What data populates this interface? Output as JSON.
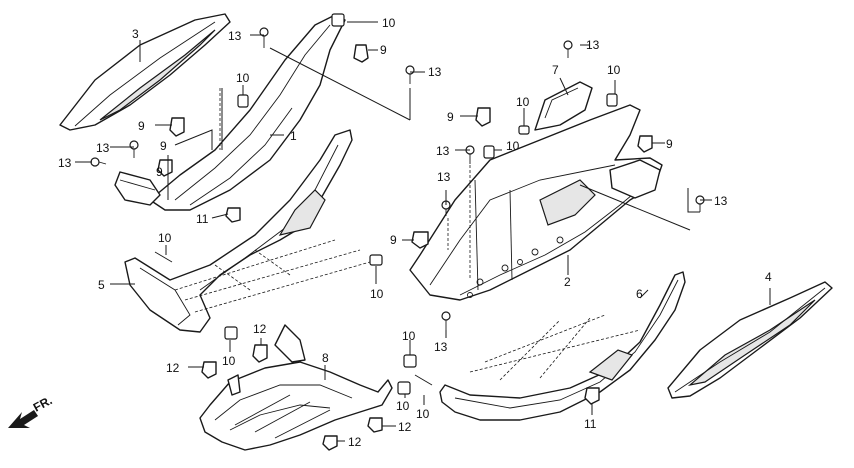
{
  "callouts": {
    "c1": "1",
    "c2": "2",
    "c3": "3",
    "c4": "4",
    "c5": "5",
    "c6": "6",
    "c7": "7",
    "c8": "8",
    "c9a": "9",
    "c9b": "9",
    "c9c": "9",
    "c9d": "9",
    "c9e": "9",
    "c9f": "9",
    "c10a": "10",
    "c10b": "10",
    "c10c": "10",
    "c10d": "10",
    "c10e": "10",
    "c10f": "10",
    "c10g": "10",
    "c10h": "10",
    "c10i": "10",
    "c10j": "10",
    "c10k": "10",
    "c11a": "11",
    "c11b": "11",
    "c12a": "12",
    "c12b": "12",
    "c12c": "12",
    "c12d": "12",
    "c13a": "13",
    "c13b": "13",
    "c13c": "13",
    "c13d": "13",
    "c13e": "13",
    "c13f": "13",
    "c13g": "13",
    "c13h": "13",
    "c13i": "13"
  },
  "direction": {
    "label": "FR."
  },
  "colors": {
    "line": "#1a1a1a",
    "shade": "#e6e6e6",
    "background": "#ffffff"
  }
}
